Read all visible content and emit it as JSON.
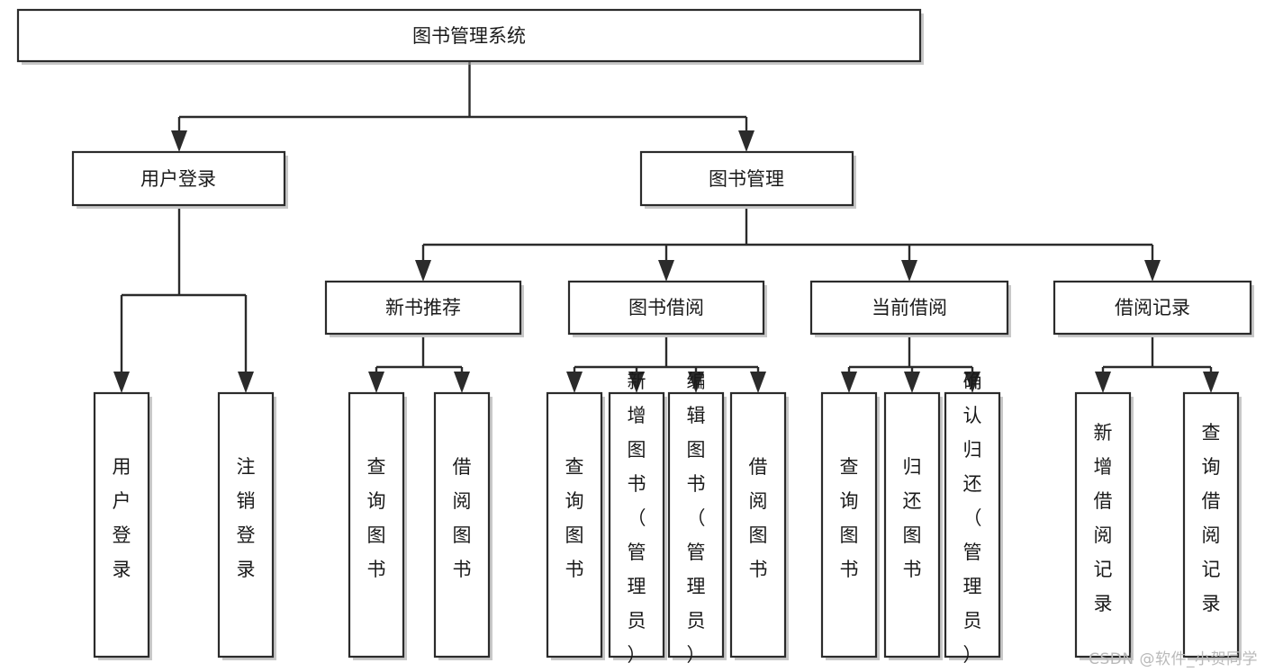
{
  "diagram": {
    "type": "tree",
    "title": "图书管理系统",
    "watermark": "CSDN @软件_小贺同学",
    "colors": {
      "box_stroke": "#2b2b2b",
      "box_fill": "#ffffff",
      "connector": "#2b2b2b",
      "text": "#1a1a1a",
      "watermark": "#b9b9b9",
      "background": "#ffffff"
    },
    "nodes": {
      "root": {
        "label": "图书管理系统"
      },
      "level2": [
        {
          "id": "user-login",
          "label": "用户登录"
        },
        {
          "id": "book-manage",
          "label": "图书管理"
        }
      ],
      "level3": [
        {
          "id": "new-book-recommend",
          "label": "新书推荐"
        },
        {
          "id": "book-borrow",
          "label": "图书借阅"
        },
        {
          "id": "current-borrow",
          "label": "当前借阅"
        },
        {
          "id": "borrow-record",
          "label": "借阅记录"
        }
      ],
      "leaves": {
        "user-login": [
          {
            "id": "leaf-user-login",
            "label": "用户登录"
          },
          {
            "id": "leaf-user-logout",
            "label": "注销登录"
          }
        ],
        "new-book-recommend": [
          {
            "id": "leaf-query-book-1",
            "label": "查询图书"
          },
          {
            "id": "leaf-borrow-book-1",
            "label": "借阅图书"
          }
        ],
        "book-borrow": [
          {
            "id": "leaf-query-book-2",
            "label": "查询图书"
          },
          {
            "id": "leaf-add-book",
            "label": "新增图书（管理员）"
          },
          {
            "id": "leaf-edit-book",
            "label": "编辑图书（管理员）"
          },
          {
            "id": "leaf-borrow-book-2",
            "label": "借阅图书"
          }
        ],
        "current-borrow": [
          {
            "id": "leaf-query-book-3",
            "label": "查询图书"
          },
          {
            "id": "leaf-return-book",
            "label": "归还图书"
          },
          {
            "id": "leaf-confirm-return",
            "label": "确认归还（管理员）"
          }
        ],
        "borrow-record": [
          {
            "id": "leaf-add-record",
            "label": "新增借阅记录"
          },
          {
            "id": "leaf-query-record",
            "label": "查询借阅记录"
          }
        ]
      }
    }
  }
}
